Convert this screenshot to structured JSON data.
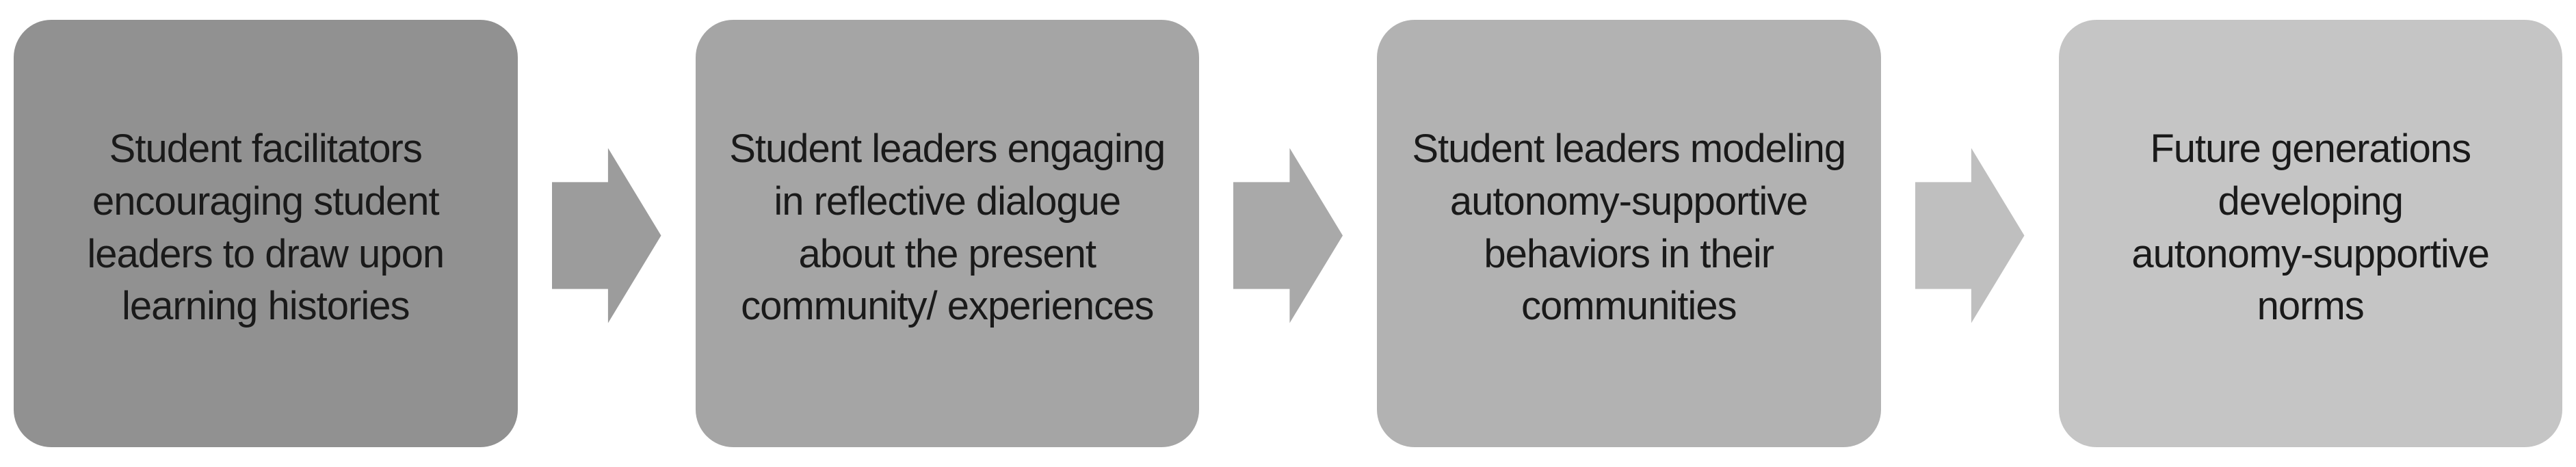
{
  "diagram": {
    "type": "process-flow",
    "background": "#FFFFFF",
    "text_color": "#1A1A1A",
    "steps": [
      {
        "id": 1,
        "text": "Student facilitators\nencouraging student\nleaders to draw upon\nlearning histories",
        "fill": "#919191"
      },
      {
        "id": 2,
        "text": "Student leaders engaging\nin reflective dialogue\nabout the present\ncommunity/ experiences",
        "fill": "#A5A5A5"
      },
      {
        "id": 3,
        "text": "Student leaders modeling\nautonomy-supportive\nbehaviors in their\ncommunities",
        "fill": "#B2B2B2"
      },
      {
        "id": 4,
        "text": "Future generations\ndeveloping\nautonomy-supportive\nnorms",
        "fill": "#C5C5C5"
      }
    ],
    "arrows": [
      {
        "icon": "arrow-right-icon",
        "fill": "#9C9C9C"
      },
      {
        "icon": "arrow-right-icon",
        "fill": "#A9A9A9"
      },
      {
        "icon": "arrow-right-icon",
        "fill": "#BFBFBF"
      }
    ]
  }
}
